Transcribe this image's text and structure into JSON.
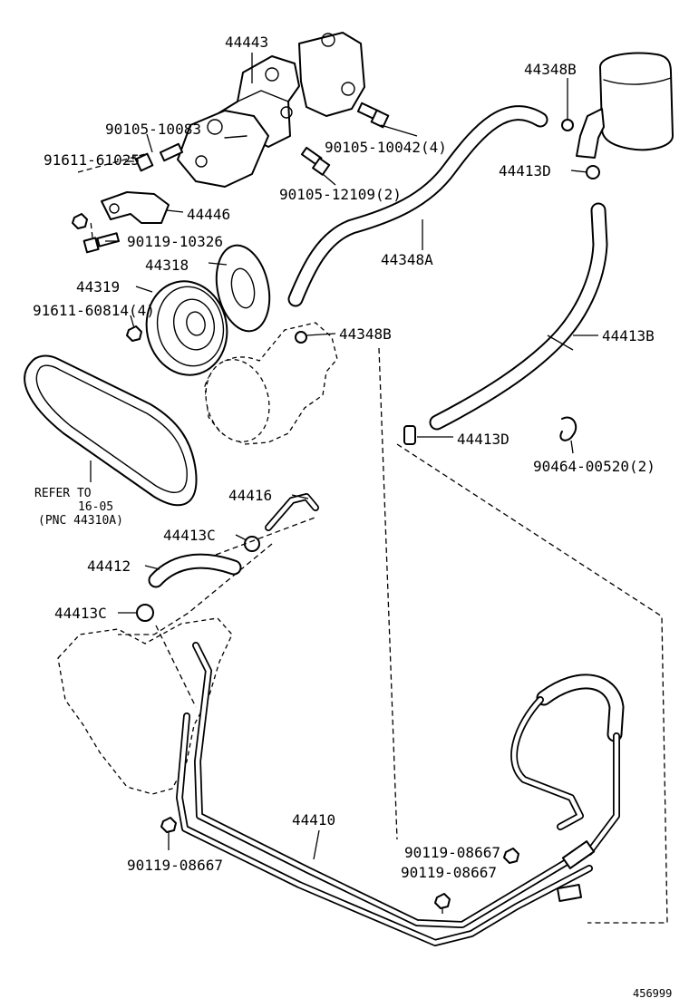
{
  "labels": {
    "l44443": "44443",
    "l90105_10083": "90105-10083",
    "l91611_61025": "91611-61025",
    "l90105_10042": "90105-10042(4)",
    "l90105_12109": "90105-12109(2)",
    "l44446": "44446",
    "l90119_10326": "90119-10326",
    "l44318": "44318",
    "l44319": "44319",
    "l91611_60814": "91611-60814(4)",
    "l44348B_top": "44348B",
    "l44413D_top": "44413D",
    "l44348A": "44348A",
    "l44348B_mid": "44348B",
    "l44413B": "44413B",
    "l44413D_mid": "44413D",
    "l90464_00520": "90464-00520(2)",
    "l44416": "44416",
    "l44413C_a": "44413C",
    "l44412": "44412",
    "l44413C_b": "44413C",
    "l44410": "44410",
    "l90119_08667_left": "90119-08667",
    "l90119_08667_r1": "90119-08667",
    "l90119_08667_r2": "90119-08667",
    "refer_line1": "REFER TO",
    "refer_line2": "16-05",
    "refer_line3": "(PNC 44310A)",
    "diagram_id": "456999"
  }
}
